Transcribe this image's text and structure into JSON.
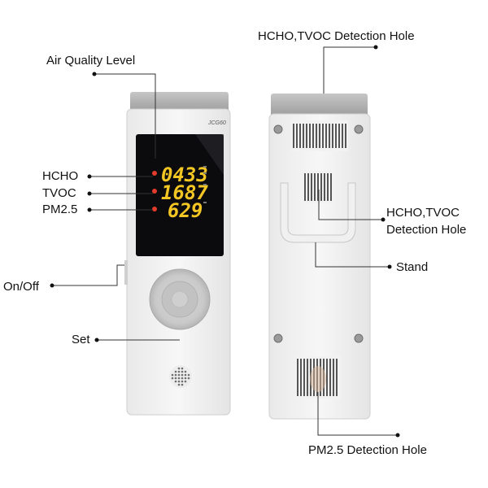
{
  "front": {
    "model": "JCG60",
    "readings": [
      {
        "value": "0433",
        "color": "#f3c623"
      },
      {
        "value": "1687",
        "color": "#f3c623"
      },
      {
        "value": "629",
        "color": "#f3c623"
      }
    ]
  },
  "labels": {
    "air_quality_level": "Air Quality Level",
    "hcho": "HCHO",
    "tvoc": "TVOC",
    "pm25": "PM2.5",
    "on_off": "On/Off",
    "set": "Set",
    "top_detection_hole": "HCHO,TVOC Detection Hole",
    "back_detection_hole_line1": "HCHO,TVOC",
    "back_detection_hole_line2": "Detection Hole",
    "stand": "Stand",
    "pm25_detection_hole": "PM2.5 Detection Hole"
  }
}
